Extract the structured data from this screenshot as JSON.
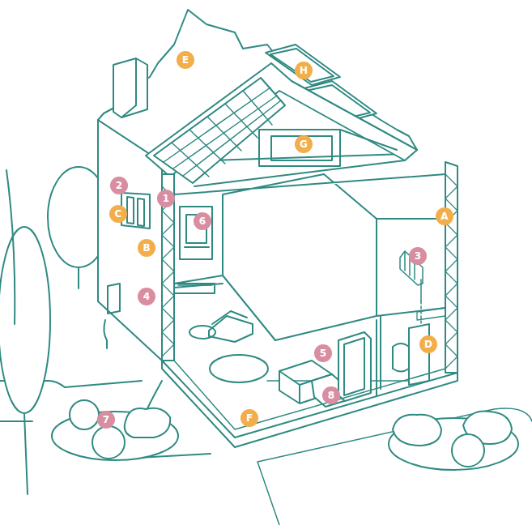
{
  "diagram": {
    "labels": [
      "E",
      "H",
      "G",
      "2",
      "1",
      "C",
      "6",
      "A",
      "B",
      "3",
      "4",
      "D",
      "5",
      "F",
      "8",
      "7"
    ]
  }
}
